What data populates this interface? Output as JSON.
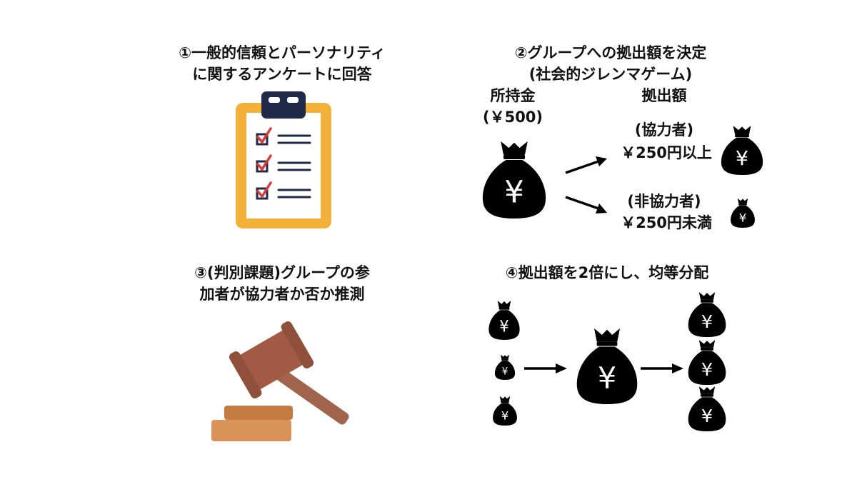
{
  "step1": {
    "title_line1": "①一般的信頼とパーソナリティ",
    "title_line2": "に関するアンケートに回答",
    "icon": "clipboard-checklist-icon"
  },
  "step2": {
    "title_line1": "②グループへの拠出額を決定",
    "title_line2": "(社会的ジレンマゲーム)",
    "holdings_label": "所持金",
    "holdings_value": "(￥500)",
    "contribution_label": "拠出額",
    "cooperator_label": "(協力者)",
    "cooperator_value": "￥250円以上",
    "noncooperator_label": "(非協力者)",
    "noncooperator_value": "￥250円未満",
    "currency_symbol": "¥"
  },
  "step3": {
    "title_line1": "③(判別課題)グループの参",
    "title_line2": "加者が協力者か否か推測",
    "icon": "gavel-icon"
  },
  "step4": {
    "title": "④拠出額を2倍にし、均等分配"
  },
  "colors": {
    "clipboard_frame": "#F4B13A",
    "clipboard_clip": "#1E2A47",
    "check": "#D93A3A",
    "gavel_head": "#9C5A45",
    "gavel_base": "#D08A4E",
    "bag": "#000000"
  }
}
